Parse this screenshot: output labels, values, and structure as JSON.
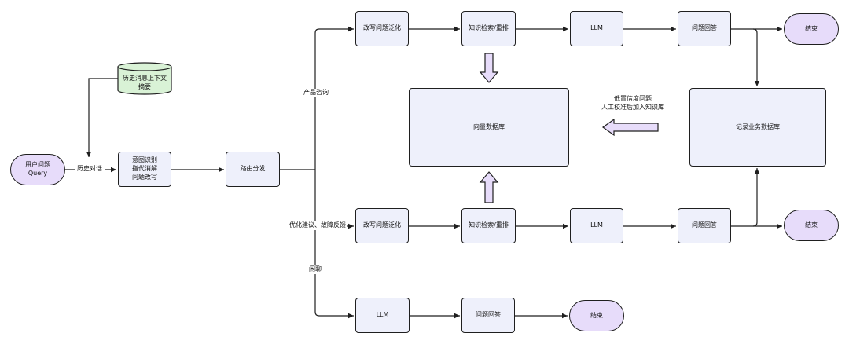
{
  "nodes": {
    "user_query": "用户问题\nQuery",
    "history_db": "历史消息上下文\n摘要",
    "intent": "意图识别\n指代消解\n问题改写",
    "router": "路由分发",
    "top_rewrite": "改写问题泛化",
    "top_retrieve": "知识检索/重排",
    "top_llm": "LLM",
    "top_answer": "问题回答",
    "top_end": "结束",
    "vector_db": "向量数据库",
    "record_db": "记录业务数据库",
    "mid_rewrite": "改写问题泛化",
    "mid_retrieve": "知识检索/重排",
    "mid_llm": "LLM",
    "mid_answer": "问题回答",
    "mid_end": "结束",
    "bot_llm": "LLM",
    "bot_answer": "问题回答",
    "bot_end": "结束"
  },
  "edge_labels": {
    "history_dialog": "历史对话",
    "product_consult": "产品咨询",
    "feedback": "优化建议、故障反馈",
    "chitchat": "闲聊",
    "low_confidence": "低置信度问题\n人工校准后加入知识库"
  },
  "colors": {
    "box_fill": "#eef0fb",
    "terminal_fill": "#e7dcfa",
    "db_fill": "#d9f2d6",
    "stroke": "#1f1f1f"
  }
}
